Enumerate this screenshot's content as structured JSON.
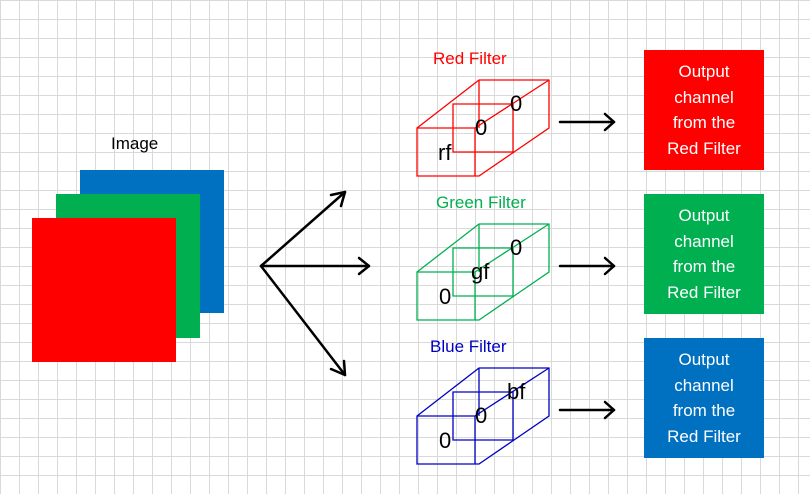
{
  "image_label": "Image",
  "filters": [
    {
      "title": "Red Filter",
      "color": "#ff0000",
      "cube_labels": {
        "front": "rf",
        "middle": "0",
        "back": "0"
      },
      "output": {
        "text": "Output\nchannel\nfrom the\nRed Filter",
        "color": "#ff0000"
      }
    },
    {
      "title": "Green Filter",
      "color": "#00b050",
      "cube_labels": {
        "front": "0",
        "middle": "gf",
        "back": "0"
      },
      "output": {
        "text": "Output\nchannel\nfrom the\nRed Filter",
        "color": "#00b050"
      }
    },
    {
      "title": "Blue Filter",
      "color": "#0000c0",
      "cube_labels": {
        "front": "0",
        "middle": "0",
        "back": "bf"
      },
      "output": {
        "text": "Output\nchannel\nfrom the\nRed Filter",
        "color": "#0070c0"
      }
    }
  ],
  "image_layers": {
    "back": "#0070c0",
    "middle": "#00b050",
    "front": "#ff0000"
  }
}
